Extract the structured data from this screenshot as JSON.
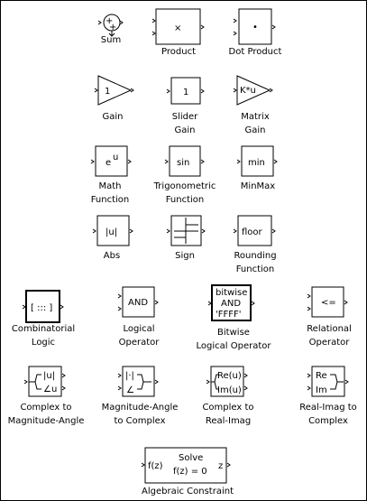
{
  "library_window": {
    "blocks": {
      "sum": {
        "label": "Sum",
        "glyph_plus_top": "+",
        "glyph_plus_bottom": "+"
      },
      "product": {
        "label": "Product",
        "glyph": "×"
      },
      "dot_product": {
        "label": "Dot Product",
        "glyph": "•"
      },
      "gain": {
        "label": "Gain",
        "glyph": "1"
      },
      "slider_gain": {
        "label_line1": "Slider",
        "label_line2": "Gain",
        "glyph": "1"
      },
      "matrix_gain": {
        "label_line1": "Matrix",
        "label_line2": "Gain",
        "glyph": "K*u"
      },
      "math_function": {
        "label_line1": "Math",
        "label_line2": "Function",
        "glyph": "e",
        "glyph_sup": "u"
      },
      "trigonometric_function": {
        "label_line1": "Trigonometric",
        "label_line2": "Function",
        "glyph": "sin"
      },
      "minmax": {
        "label": "MinMax",
        "glyph": "min"
      },
      "abs": {
        "label": "Abs",
        "glyph": "|u|"
      },
      "sign": {
        "label": "Sign"
      },
      "rounding_function": {
        "label_line1": "Rounding",
        "label_line2": "Function",
        "glyph": "floor"
      },
      "combinatorial_logic": {
        "label_line1": "Combinatorial",
        "label_line2": "Logic",
        "glyph": "[ ::: ]"
      },
      "logical_operator": {
        "label_line1": "Logical",
        "label_line2": "Operator",
        "glyph": "AND"
      },
      "bitwise_logical_operator": {
        "label_line1": "Bitwise",
        "label_line2": "Logical Operator",
        "glyph_line1": "bitwise",
        "glyph_line2": "AND",
        "glyph_line3": "'FFFF'"
      },
      "relational_operator": {
        "label_line1": "Relational",
        "label_line2": "Operator",
        "glyph": "<="
      },
      "complex_to_magnitude_angle": {
        "label_line1": "Complex to",
        "label_line2": "Magnitude-Angle",
        "glyph_top": "|u|",
        "glyph_bottom": "∠u"
      },
      "magnitude_angle_to_complex": {
        "label_line1": "Magnitude-Angle",
        "label_line2": "to Complex",
        "glyph_top": "|·|",
        "glyph_bottom": "∠"
      },
      "complex_to_real_imag": {
        "label_line1": "Complex to",
        "label_line2": "Real-Imag",
        "glyph_top": "Re(u)",
        "glyph_bottom": "Im(u)"
      },
      "real_imag_to_complex": {
        "label_line1": "Real-Imag to",
        "label_line2": "Complex",
        "glyph_top": "Re",
        "glyph_bottom": "Im"
      },
      "algebraic_constraint": {
        "label": "Algebraic Constraint",
        "glyph_in": "f(z)",
        "glyph_line1": "Solve",
        "glyph_line2": "f(z) = 0",
        "glyph_out": "z"
      }
    }
  }
}
